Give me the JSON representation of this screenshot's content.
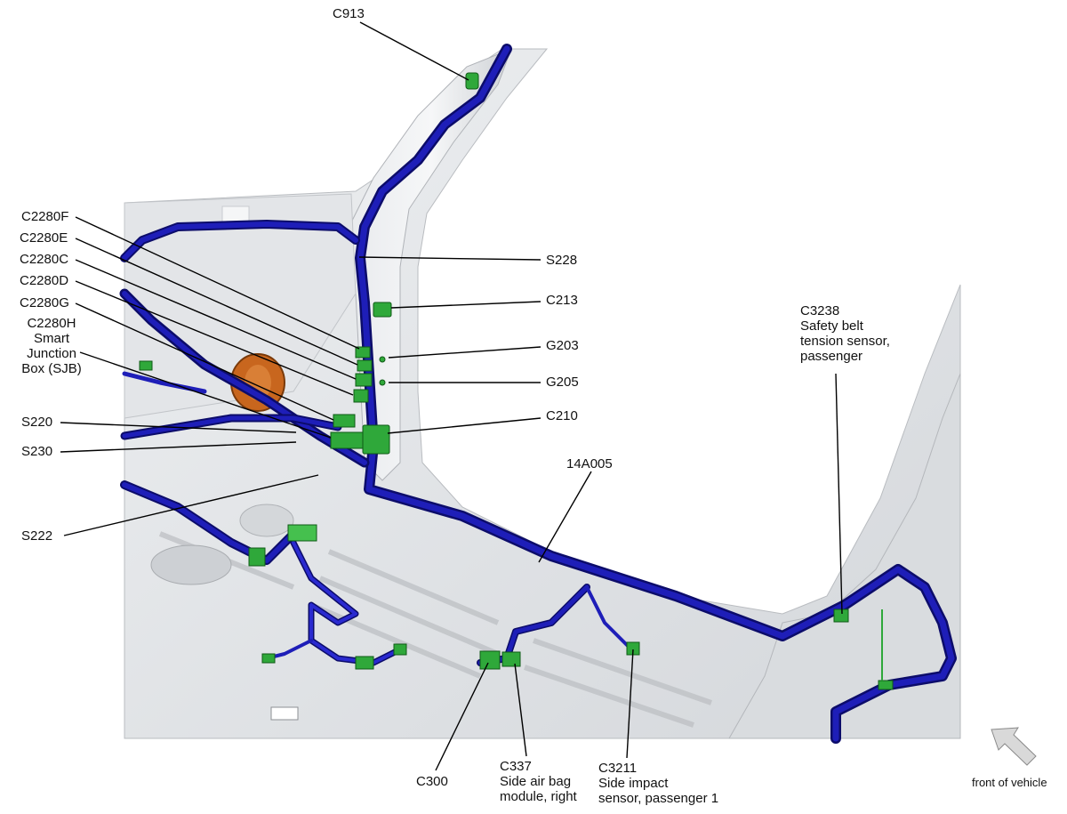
{
  "labels": {
    "c913": "C913",
    "c2280f": "C2280F",
    "c2280e": "C2280E",
    "c2280c": "C2280C",
    "c2280d": "C2280D",
    "c2280g": "C2280G",
    "c2280h": "C2280H",
    "sjb_line1": "Smart",
    "sjb_line2": "Junction",
    "sjb_line3": "Box (SJB)",
    "s220": "S220",
    "s230": "S230",
    "s222": "S222",
    "s228": "S228",
    "c213": "C213",
    "g203": "G203",
    "g205": "G205",
    "c210": "C210",
    "harness_14a005": "14A005",
    "c3238": "C3238",
    "c3238_line1": "Safety belt",
    "c3238_line2": "tension sensor,",
    "c3238_line3": "passenger",
    "c300": "C300",
    "c337": "C337",
    "c337_line1": "Side air bag",
    "c337_line2": "module, right",
    "c3211": "C3211",
    "c3211_line1": "Side impact",
    "c3211_line2": "sensor, passenger 1",
    "front_of_vehicle": "front of vehicle"
  },
  "colors": {
    "body_panel": "#e6e8ea",
    "body_shadow": "#c4c7cb",
    "harness": "#1a1aa8",
    "harness_dark": "#0c0c6a",
    "connector": "#2fa83a",
    "connector_light": "#7fd87f",
    "sjb_orange": "#c8661e",
    "leader": "#000000",
    "arrow_fill": "#d9d9d9"
  }
}
